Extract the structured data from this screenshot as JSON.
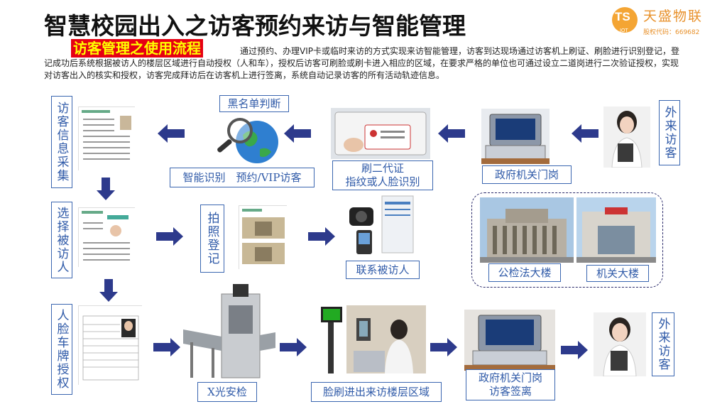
{
  "header": {
    "title": "智慧校园出入之访客预约来访与智能管理",
    "subtitle": "访客管理之使用流程",
    "description": "通过预约、办理VIP卡或临时来访的方式实现来访智能管理，访客到达现场通过访客机上刷证、刷脸进行识别登记，登记成功后系统根据被访人的楼层区域进行自动授权（人和车），授权后访客可刷脸或刷卡进入相应的区域，在要求严格的单位也可通过设立二道岗进行二次验证授权，实现对访客出入的核实和授权，访客完成拜访后在访客机上进行签离，系统自动记录访客的所有活动轨迹信息。"
  },
  "logo": {
    "brand": "天盛物联",
    "sub": "股权代码：669682",
    "mark": "TS",
    "mark_sub": "IOT",
    "color": "#e8912b"
  },
  "flow": {
    "foreign_visitor_top": "外来访客",
    "gov_gate": "政府机关门岗",
    "id_card": "刷二代证\n指纹或人脸识别",
    "blacklist": "黑名单判断",
    "smart_recognition": "智能识别　预约/VIP访客",
    "info_collect": "访客信息采集",
    "select_host": "选择被访人",
    "photo_register": "拍照登记",
    "contact_host": "联系被访人",
    "court_building": "公检法大楼",
    "gov_building": "机关大楼",
    "face_plate_auth": "人脸车牌授权",
    "xray": "X光安检",
    "face_entry": "脸刷进出来访楼层区域",
    "gov_gate_signout": "政府机关门岗\n访客签离",
    "foreign_visitor_bottom": "外来访客"
  },
  "colors": {
    "arrow": "#2d3a8c",
    "box_border": "#3a66b0",
    "box_text": "#2f5aa8",
    "subtitle_bg": "#e60012",
    "subtitle_text": "#ffff00"
  }
}
